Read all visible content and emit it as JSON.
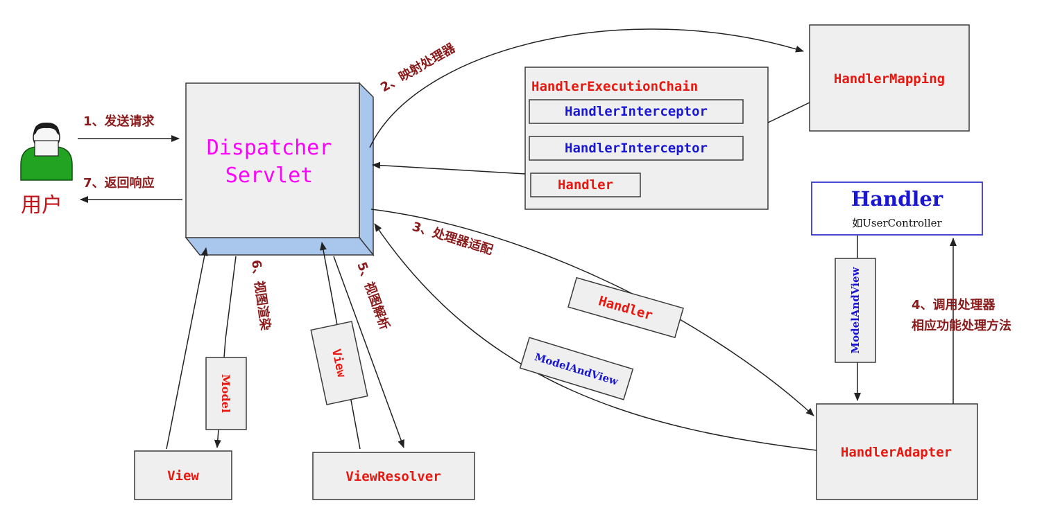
{
  "user": {
    "label": "用户"
  },
  "dispatcher": {
    "line1": "Dispatcher",
    "line2": "Servlet",
    "color": "#ff00ff"
  },
  "handler_mapping": {
    "label": "HandlerMapping"
  },
  "execution_chain": {
    "title": "HandlerExecutionChain",
    "interceptor_1": "HandlerInterceptor",
    "interceptor_2": "HandlerInterceptor",
    "handler": "Handler"
  },
  "handler_box": {
    "title": "Handler",
    "subtitle": "如UserController"
  },
  "handler_adapter": {
    "label": "HandlerAdapter"
  },
  "view_resolver": {
    "label": "ViewResolver"
  },
  "view": {
    "label": "View"
  },
  "tags": {
    "handler": "Handler",
    "model_and_view_left": "ModelAndView",
    "model_and_view_right": "ModelAndView",
    "model": "Model",
    "view": "View"
  },
  "steps": {
    "s1": "1、发送请求",
    "s2": "2、映射处理器",
    "s3": "3、处理器适配",
    "s4_line1": "4、调用处理器",
    "s4_line2": "相应功能处理方法",
    "s5": "5、视图解析",
    "s6": "6、视图渲染",
    "s7": "7、返回响应"
  },
  "colors": {
    "red": "#e8170f",
    "blue": "#1a17d4",
    "step": "#8b1a1a",
    "cube_side": "#a9c6ec",
    "user_shirt": "#22a322"
  }
}
